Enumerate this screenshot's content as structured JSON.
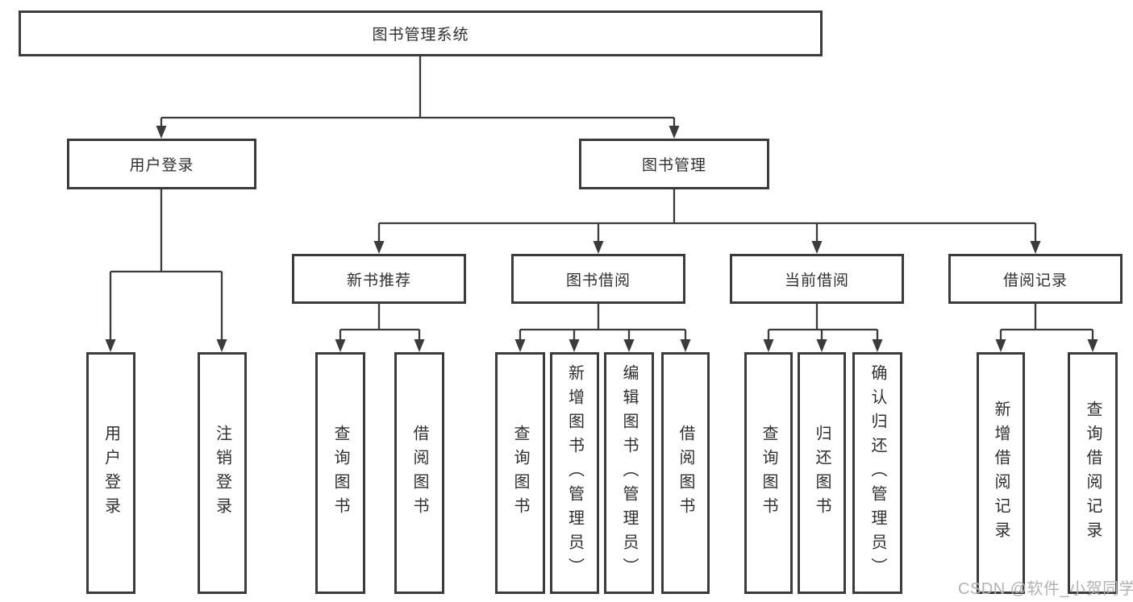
{
  "colors": {
    "line": "#3b3b3b",
    "text": "#2f2f2f",
    "box-bg": "#ffffff",
    "watermark": "#b2b2b2"
  },
  "watermark": "CSDN @软件_小贺同学",
  "tree": {
    "root": "图书管理系统",
    "branches": [
      {
        "label": "用户登录",
        "children": [
          "用户登录",
          "注销登录"
        ]
      },
      {
        "label": "图书管理",
        "groups": [
          {
            "label": "新书推荐",
            "children": [
              "查询图书",
              "借阅图书"
            ]
          },
          {
            "label": "图书借阅",
            "children": [
              "查询图书",
              "新增图书（管理员）",
              "编辑图书（管理员）",
              "借阅图书"
            ]
          },
          {
            "label": "当前借阅",
            "children": [
              "查询图书",
              "归还图书",
              "确认归还（管理员）"
            ]
          },
          {
            "label": "借阅记录",
            "children": [
              "新增借阅记录",
              "查询借阅记录"
            ]
          }
        ]
      }
    ]
  }
}
